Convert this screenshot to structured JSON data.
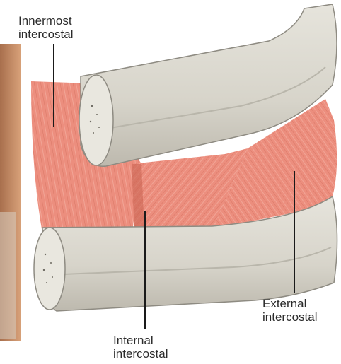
{
  "labels": {
    "innermost": {
      "line1": "Innermost",
      "line2": "intercostal"
    },
    "internal": {
      "line1": "Internal",
      "line2": "intercostal"
    },
    "external": {
      "line1": "External",
      "line2": "intercostal"
    }
  },
  "colors": {
    "rib": "#dcdad1",
    "rib_shadow": "#b9b6ab",
    "rib_edge": "#8e8b82",
    "muscle": "#ec8e7e",
    "muscle_dark": "#c8614f",
    "muscle_light": "#f5b4a6",
    "leader_line": "#1a1a1a",
    "left_photo": "#c48a63"
  }
}
